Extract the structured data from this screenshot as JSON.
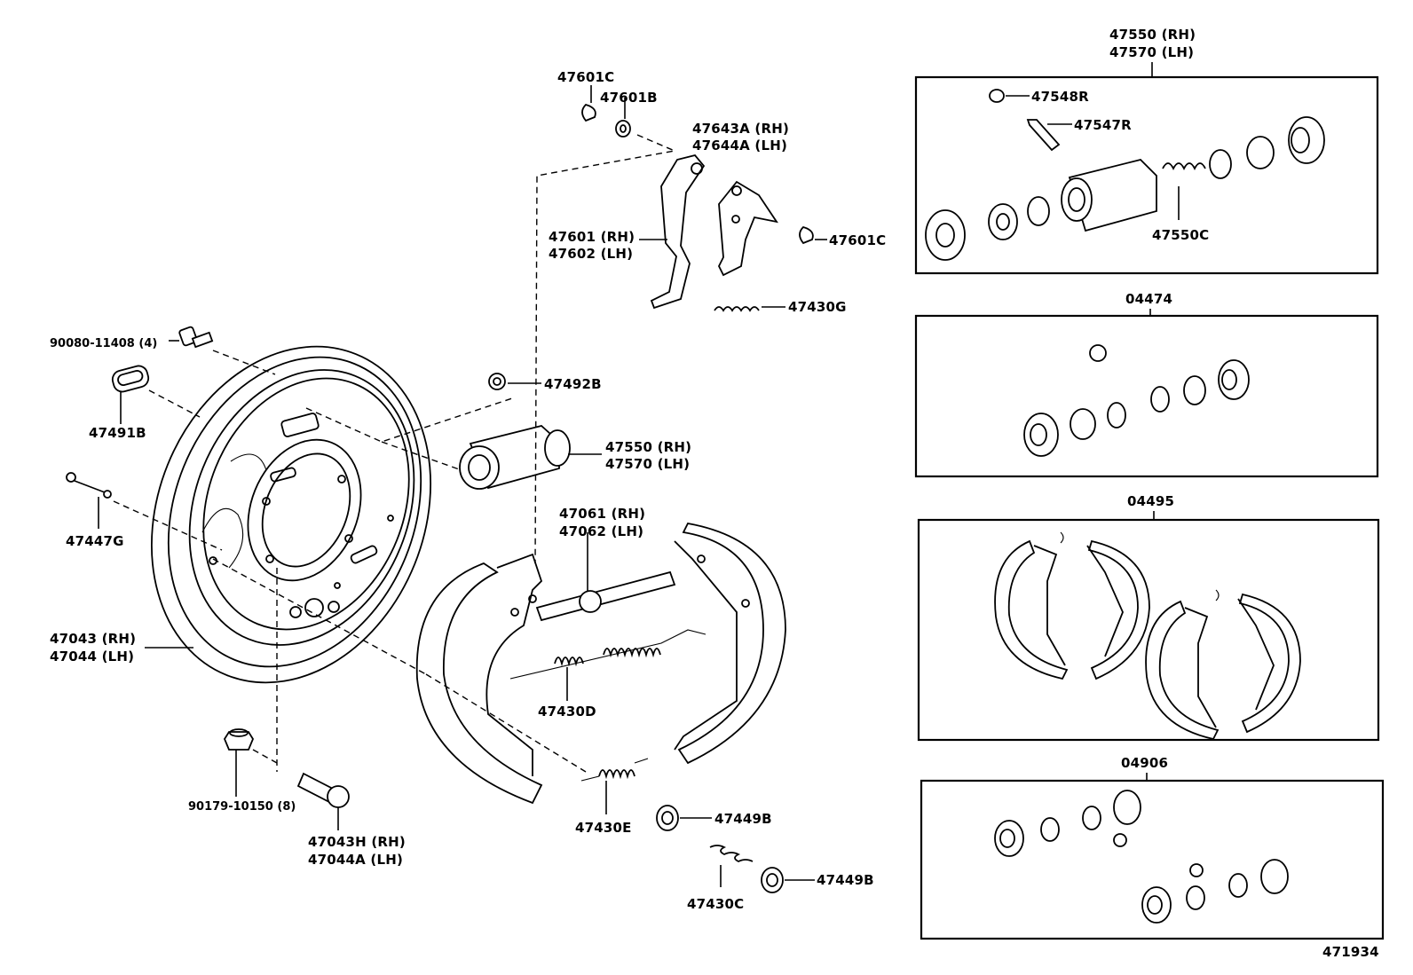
{
  "diagram_id": "471934",
  "labels": {
    "p47601C_top": "47601C",
    "p47601B": "47601B",
    "p47643A": "47643A (RH)",
    "p47644A": "47644A (LH)",
    "p47601": "47601 (RH)",
    "p47602": "47602 (LH)",
    "p47601C_right": "47601C",
    "p47430G": "47430G",
    "p90080": "90080-11408 (4)",
    "p47491B": "47491B",
    "p47492B": "47492B",
    "p47550_main": "47550 (RH)",
    "p47570_main": "47570 (LH)",
    "p47447G": "47447G",
    "p47061": "47061 (RH)",
    "p47062": "47062 (LH)",
    "p47043": "47043 (RH)",
    "p47044": "47044 (LH)",
    "p47430D": "47430D",
    "p90179": "90179-10150 (8)",
    "p47043H": "47043H (RH)",
    "p47044A": "47044A (LH)",
    "p47430E": "47430E",
    "p47449B_upper": "47449B",
    "p47430C": "47430C",
    "p47449B_lower": "47449B"
  },
  "kits": [
    {
      "name": "wheel-cylinder-kit",
      "title_line1": "47550 (RH)",
      "title_line2": "47570 (LH)",
      "callouts": [
        "47548R",
        "47547R",
        "47550C"
      ]
    },
    {
      "name": "cylinder-cup-kit",
      "title_line1": "04474"
    },
    {
      "name": "brake-shoe-kit",
      "title_line1": "04495"
    },
    {
      "name": "overhaul-kit",
      "title_line1": "04906"
    }
  ]
}
